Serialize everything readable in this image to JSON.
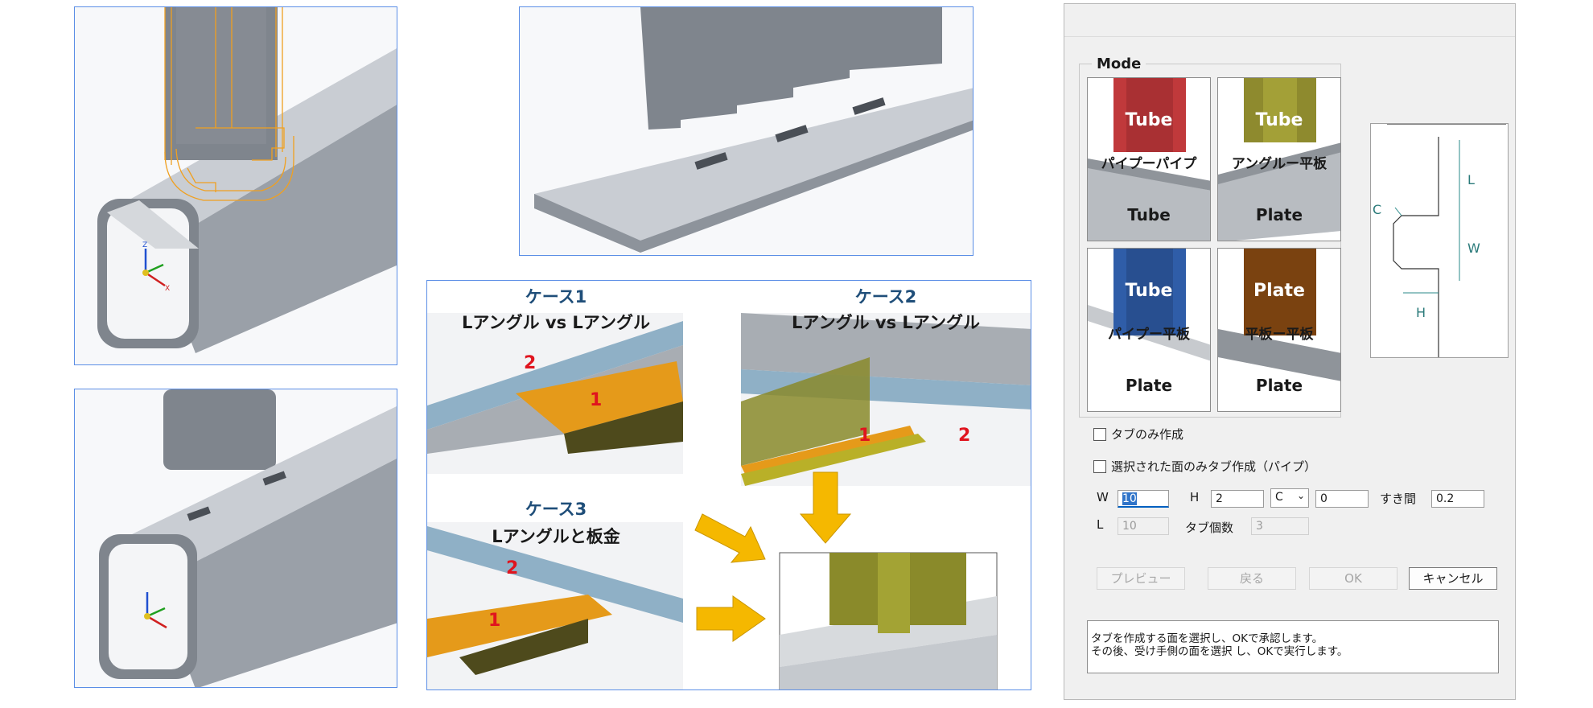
{
  "cases": [
    {
      "title": "ケース1",
      "subtitle": "Lアングル vs Lアングル",
      "n1": "1",
      "n2": "2"
    },
    {
      "title": "ケース2",
      "subtitle": "Lアングル vs Lアングル",
      "n1": "1",
      "n2": "2"
    },
    {
      "title": "ケース3",
      "subtitle": "Lアングルと板金",
      "n1": "1",
      "n2": "2"
    }
  ],
  "triad": {
    "z": "Z",
    "x": "X"
  },
  "dialog": {
    "mode_label": "Mode",
    "modes": [
      {
        "top": "Tube",
        "mid": "パイプーパイプ",
        "bottom": "Tube",
        "color": "#c0393b"
      },
      {
        "top": "Tube",
        "mid": "アングルー平板",
        "bottom": "Plate",
        "color": "#8e8a2e"
      },
      {
        "top": "Tube",
        "mid": "パイプー平板",
        "bottom": "Plate",
        "color": "#2f5da8"
      },
      {
        "top": "Plate",
        "mid": "平板ー平板",
        "bottom": "Plate",
        "color": "#7a4210"
      }
    ],
    "diagram_labels": {
      "L": "L",
      "C": "C",
      "W": "W",
      "H": "H"
    },
    "checkbox_tab_only": "タブのみ作成",
    "checkbox_selected_face": "選択された面のみタブ作成（パイプ）",
    "fields": {
      "w_label": "W",
      "w_value": "10",
      "h_label": "H",
      "h_value": "2",
      "c_value": "C",
      "c_num": "0",
      "gap_label": "すき間",
      "gap_value": "0.2",
      "l_label": "L",
      "l_value": "10",
      "count_label": "タブ個数",
      "count_value": "3"
    },
    "buttons": {
      "preview": "プレビュー",
      "back": "戻る",
      "ok": "OK",
      "cancel": "キャンセル"
    },
    "message_line1": "タブを作成する面を選択し、OKで承認します。",
    "message_line2": "その後、受け手側の面を選択 し、OKで実行します。"
  }
}
